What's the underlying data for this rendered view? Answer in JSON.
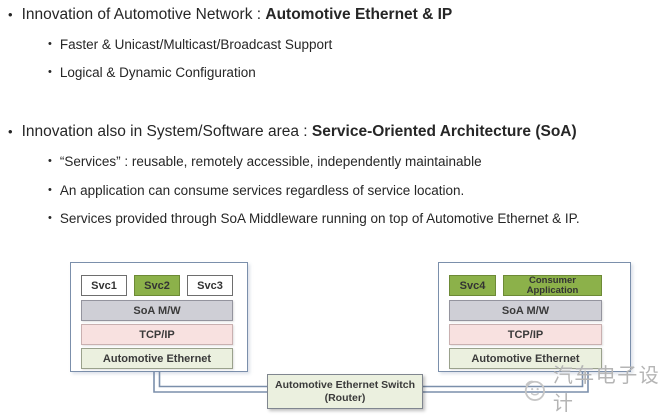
{
  "content": {
    "bullet_marker": "•",
    "bullets": [
      {
        "prefix": "Innovation of Automotive Network : ",
        "strong": "Automotive Ethernet & IP",
        "subs": [
          "Faster & Unicast/Multicast/Broadcast Support",
          "Logical & Dynamic Configuration"
        ]
      },
      {
        "prefix": "Innovation also in System/Software area : ",
        "strong": "Service-Oriented Architecture (SoA)",
        "subs": [
          "“Services” : reusable, remotely accessible, independently maintainable",
          "An application can consume services regardless of service location.",
          "Services provided through SoA Middleware running on top of Automotive Ethernet & IP."
        ]
      }
    ]
  },
  "diagram": {
    "left_stack": {
      "services": [
        "Svc1",
        "Svc2",
        "Svc3"
      ],
      "highlighted_services": [
        "Svc2"
      ],
      "layers": [
        "SoA M/W",
        "TCP/IP",
        "Automotive Ethernet"
      ]
    },
    "right_stack": {
      "services": [
        "Svc4",
        "Consumer Application"
      ],
      "highlighted_services": [
        "Svc4",
        "Consumer Application"
      ],
      "layers": [
        "SoA M/W",
        "TCP/IP",
        "Automotive Ethernet"
      ]
    },
    "switch_box": {
      "line1": "Automotive Ethernet Switch",
      "line2": "(Router)"
    }
  },
  "watermark": {
    "text": "汽车电子设计"
  },
  "colors": {
    "text_dark": "#262626",
    "service_green": "#8cb14a",
    "service_green_border": "#6d8a36",
    "soa_mw_gray": "#cfcfd6",
    "soa_mw_border": "#94949e",
    "tcpip_pink": "#f8e1e0",
    "tcpip_border": "#c9b0b0",
    "ethernet_pale_green": "#ebf0df",
    "ethernet_border": "#9aa18c",
    "stack_border": "#7b8fab",
    "connector_blue": "#7b8fab",
    "switch_border": "#80868f",
    "watermark_gray": "#b5b5b5"
  }
}
